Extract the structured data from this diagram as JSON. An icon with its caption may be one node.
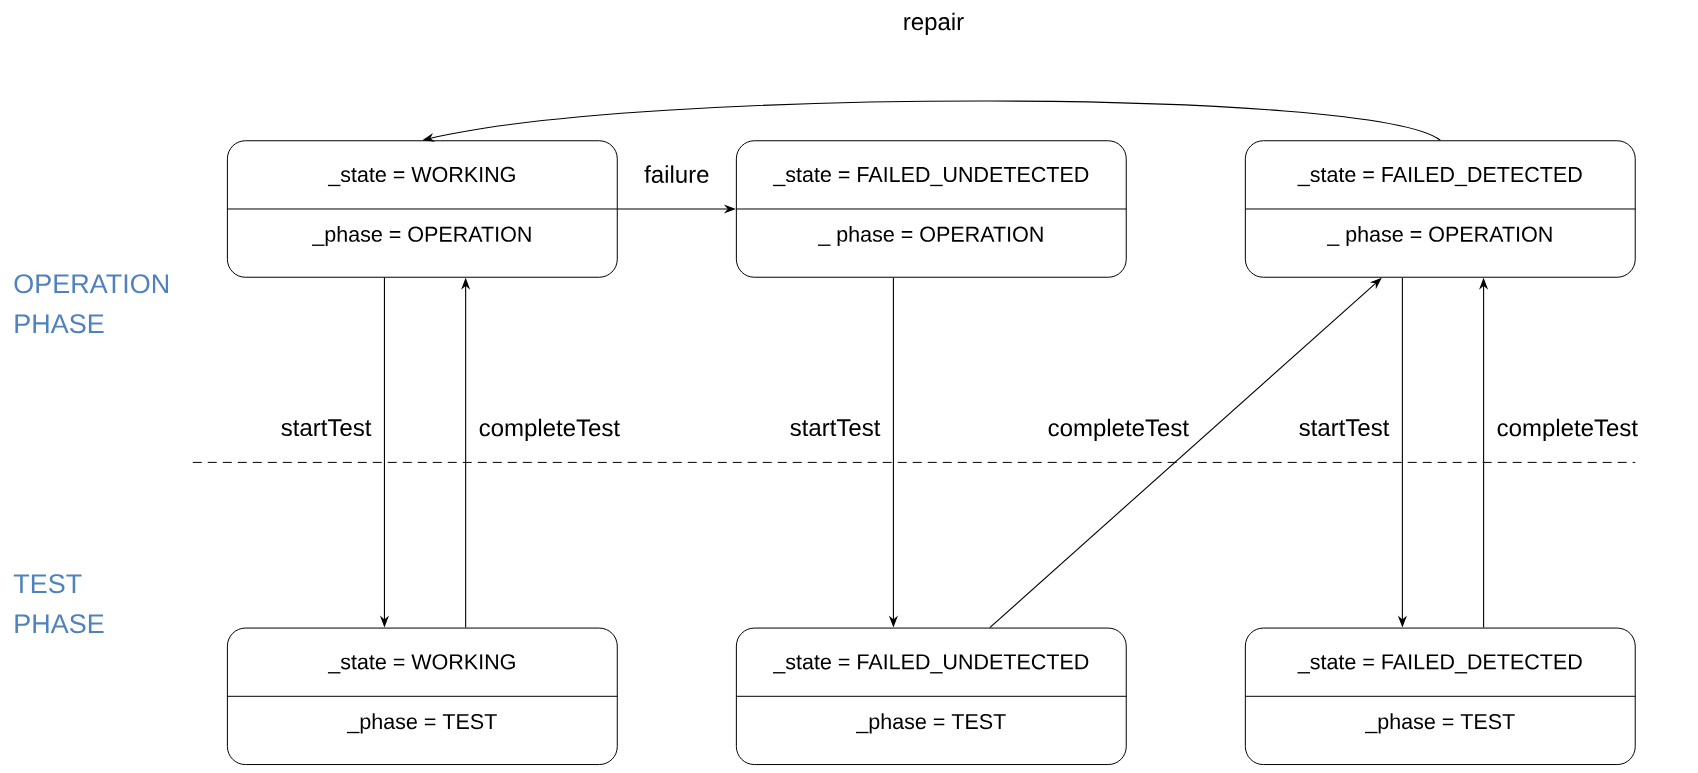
{
  "diagram": {
    "nodes": [
      {
        "text": [
          "_state = WORKING",
          "_phase = OPERATION"
        ]
      },
      {
        "text": [
          "_state = FAILED_UNDETECTED",
          "_ phase = OPERATION"
        ]
      },
      {
        "text": [
          "_state = FAILED_DETECTED",
          "_ phase = OPERATION"
        ]
      },
      {
        "text": [
          "_state = WORKING",
          "_phase = TEST"
        ]
      },
      {
        "text": [
          "_state = FAILED_UNDETECTED",
          "_phase = TEST"
        ]
      },
      {
        "text": [
          "_state = FAILED_DETECTED",
          "_phase = TEST"
        ]
      }
    ],
    "edges": [
      {
        "from": 0,
        "to": 1,
        "arrow": "to",
        "label": "failure"
      },
      {
        "from": 2,
        "to": 0,
        "arrow": "to",
        "label": "repair"
      },
      {
        "from": 0,
        "to": 3,
        "arrow": "to",
        "label": "startTest"
      },
      {
        "from": 3,
        "to": 0,
        "arrow": "to",
        "label": "completeTest"
      },
      {
        "from": 1,
        "to": 4,
        "arrow": "to",
        "label": "startTest"
      },
      {
        "from": 4,
        "to": 2,
        "arrow": "to",
        "label": "completeTest"
      },
      {
        "from": 2,
        "to": 5,
        "arrow": "to",
        "label": "startTest"
      },
      {
        "from": 5,
        "to": 2,
        "arrow": "to",
        "label": "completeTest"
      }
    ],
    "labels": [
      "OPERATION PHASE",
      "TEST PHASE"
    ]
  }
}
